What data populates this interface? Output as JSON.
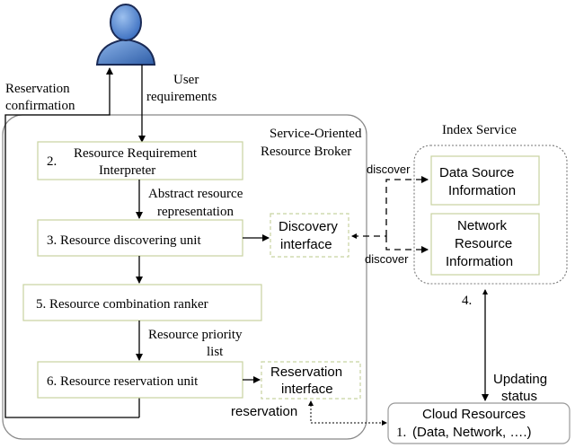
{
  "labels": {
    "reservation_confirmation_1": "Reservation",
    "reservation_confirmation_2": "confirmation",
    "user_requirements_1": "User",
    "user_requirements_2": "requirements",
    "broker_title_1": "Service-Oriented",
    "broker_title_2": "Resource Broker",
    "index_service": "Index Service",
    "step2_num": "2.",
    "step2_line1": "Resource Requirement",
    "step2_line2": "Interpreter",
    "abstract_1": "Abstract resource",
    "abstract_2": "representation",
    "step3": "3.  Resource discovering unit",
    "discovery_1": "Discovery",
    "discovery_2": "interface",
    "step5": "5. Resource combination ranker",
    "priority_1": "Resource priority",
    "priority_2": "list",
    "step6": "6. Resource reservation unit",
    "reservation_if_1": "Reservation",
    "reservation_if_2": "interface",
    "reservation": "reservation",
    "discover_top": "discover",
    "discover_bottom": "discover",
    "data_source_1": "Data Source",
    "data_source_2": "Information",
    "network_1": "Network",
    "network_2": "Resource",
    "network_3": "Information",
    "step4": "4.",
    "updating_1": "Updating",
    "updating_2": "status",
    "cloud_title": "Cloud Resources",
    "cloud_num": "1.",
    "cloud_items": "(Data, Network, ….)"
  },
  "colors": {
    "user_icon_fill": "#5b8fd6",
    "user_icon_stroke": "#1a2a55",
    "box_border": "#c8d3a0",
    "line": "#000000"
  },
  "icons": {
    "user": "user-icon"
  }
}
